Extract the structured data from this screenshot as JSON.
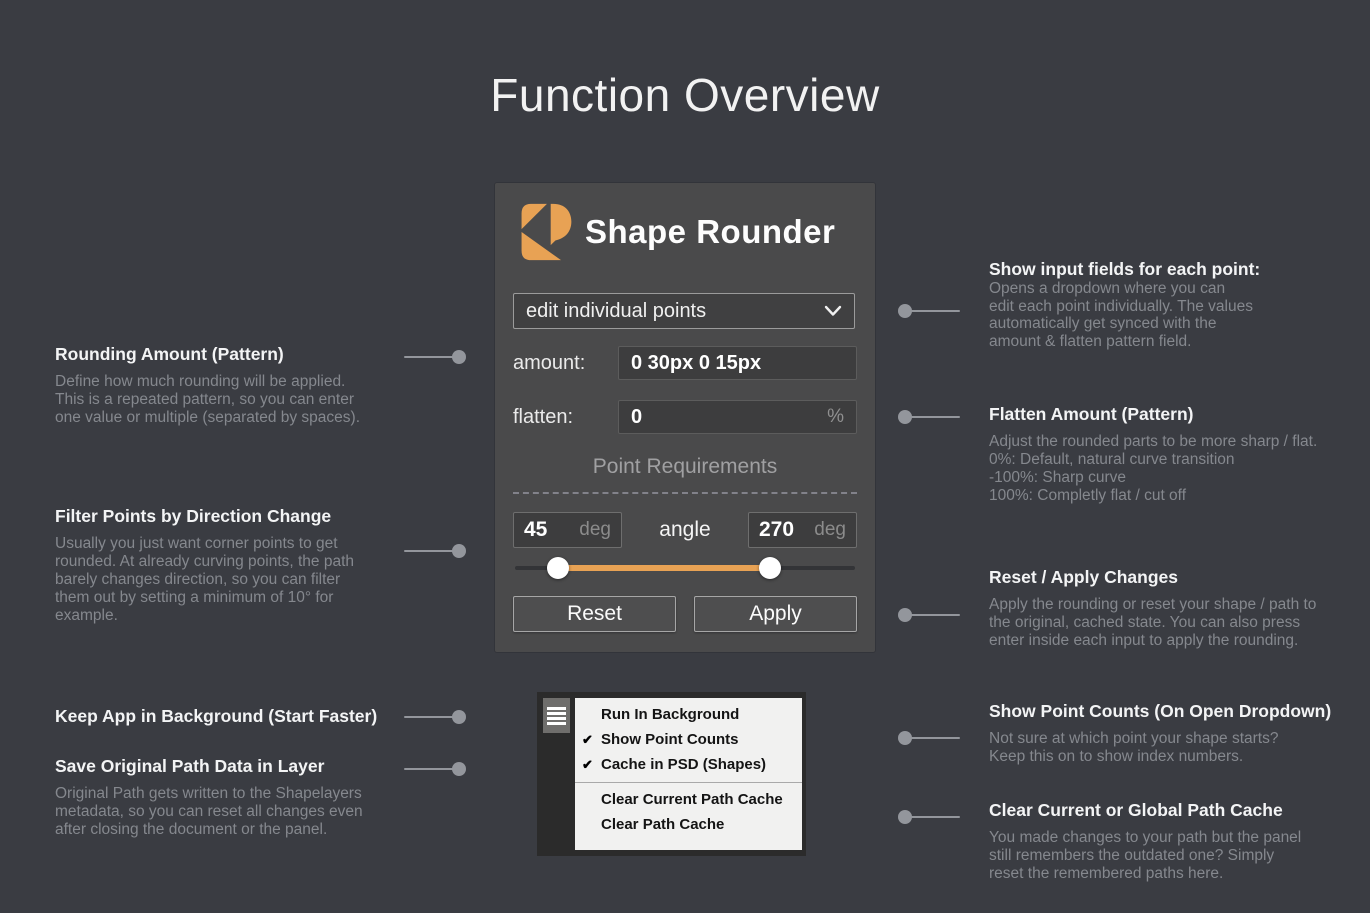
{
  "page": {
    "title": "Function Overview"
  },
  "panel": {
    "title": "Shape Rounder",
    "dropdown_value": "edit individual points",
    "amount_label": "amount:",
    "amount_value": "0 30px 0 15px",
    "flatten_label": "flatten:",
    "flatten_value": "0",
    "flatten_unit": "%",
    "section_title": "Point Requirements",
    "angle_label": "angle",
    "angle_min": "45",
    "angle_min_unit": "deg",
    "angle_max": "270",
    "angle_max_unit": "deg",
    "reset_label": "Reset",
    "apply_label": "Apply"
  },
  "menu": {
    "items": [
      {
        "check": "",
        "label": "Run In Background"
      },
      {
        "check": "✔",
        "label": "Show Point Counts"
      },
      {
        "check": "✔",
        "label": "Cache in PSD (Shapes)"
      },
      {
        "check": "",
        "label": "Clear Current Path Cache"
      },
      {
        "check": "",
        "label": "Clear Path Cache"
      }
    ]
  },
  "annotations": {
    "left": [
      {
        "title": "Rounding Amount (Pattern)",
        "body": [
          "Define how much rounding will be applied.",
          "This is a repeated pattern, so you can enter",
          "one value or multiple (separated by spaces)."
        ]
      },
      {
        "title": "Filter Points by Direction Change",
        "body": [
          "Usually you just want corner points to get",
          "rounded. At already curving points, the path",
          "barely changes direction, so you can filter",
          "them out by setting a minimum of 10° for",
          "example."
        ]
      },
      {
        "title": "Keep App in Background (Start Faster)",
        "body": []
      },
      {
        "title": "Save Original Path Data in Layer",
        "body": [
          "Original Path gets written to the Shapelayers",
          "metadata, so you can reset all changes even",
          "after closing the document or the panel."
        ]
      }
    ],
    "right": [
      {
        "title": "Show input fields for each point:",
        "body": [
          "Opens a dropdown where you can",
          "edit each point individually. The values",
          "automatically get synced with the",
          "amount & flatten pattern field."
        ]
      },
      {
        "title": "Flatten Amount (Pattern)",
        "body": [
          "Adjust the rounded parts to be more sharp / flat.",
          "0%: Default, natural curve transition",
          "-100%: Sharp curve",
          "100%: Completly flat / cut off"
        ]
      },
      {
        "title": "Reset / Apply Changes",
        "body": [
          "Apply the rounding or reset your shape / path to",
          "the original, cached state. You can also press",
          "enter inside each input to apply the rounding."
        ]
      },
      {
        "title": "Show Point Counts (On Open Dropdown)",
        "body": [
          "Not sure at which point your shape starts?",
          "Keep this on to show index numbers."
        ]
      },
      {
        "title": "Clear Current or Global Path Cache",
        "body": [
          "You made changes to your path but the panel",
          "still remembers the outdated one? Simply",
          "reset the remembered paths here."
        ]
      }
    ]
  },
  "colors": {
    "background": "#3a3c42",
    "panel": "#4a4a4b",
    "accent_orange": "#e8a254",
    "annotation_body": "#85888e",
    "menu_background": "#f1f1f0"
  }
}
